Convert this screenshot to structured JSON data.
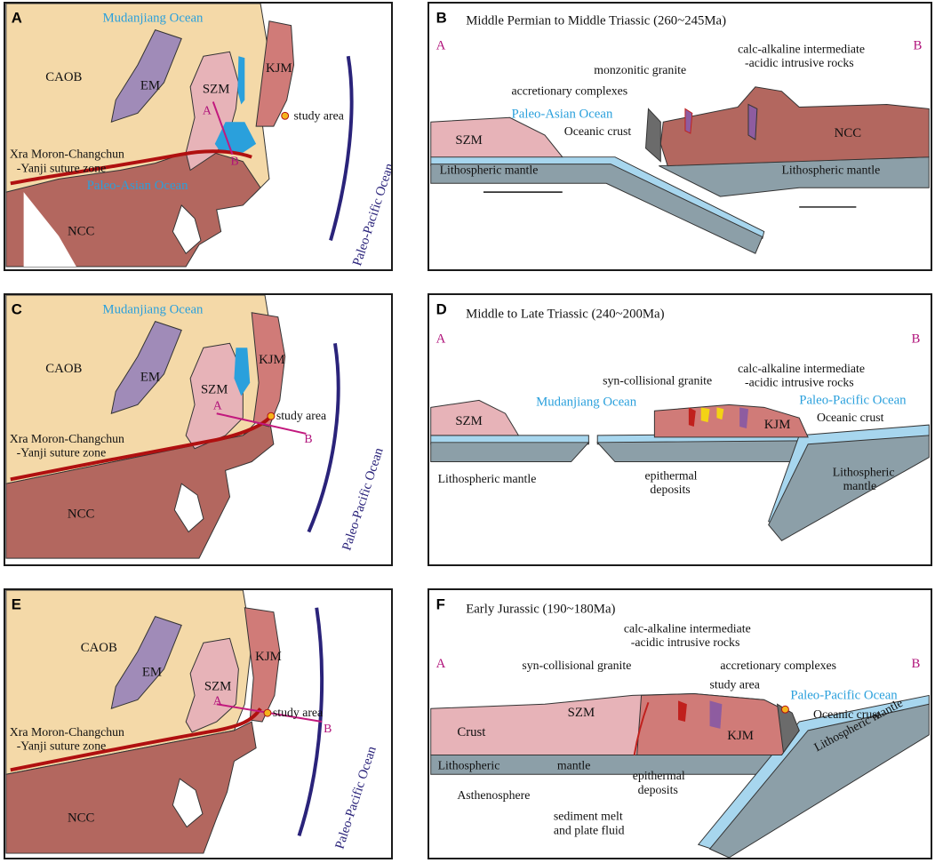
{
  "panels": {
    "A": {
      "letter": "A",
      "labels": {
        "mudanjiang": "Mudanjiang Ocean",
        "caob": "CAOB",
        "em": "EM",
        "szm": "SZM",
        "kjm": "KJM",
        "study_area": "study area",
        "suture_1": "Xra Moron-Changchun",
        "suture_2": "-Yanji suture zone",
        "paleo_asian": "Paleo-Asian Ocean",
        "ncc": "NCC",
        "paleo_pacific": "Paleo-Pacific Ocean",
        "point_a": "A",
        "point_b": "B"
      }
    },
    "B": {
      "letter": "B",
      "title": "Middle Permian to Middle Triassic (260~245Ma)",
      "labels": {
        "end_a": "A",
        "end_b": "B",
        "calc_1": "calc-alkaline intermediate",
        "calc_2": "-acidic intrusive rocks",
        "monzonitic": "monzonitic granite",
        "accretionary": "accretionary complexes",
        "paleo_asian": "Paleo-Asian Ocean",
        "oceanic_crust": "Oceanic crust",
        "szm": "SZM",
        "ncc": "NCC",
        "lith_left": "Lithospheric mantle",
        "lith_right": "Lithospheric mantle"
      }
    },
    "C": {
      "letter": "C",
      "labels": {
        "mudanjiang": "Mudanjiang Ocean",
        "caob": "CAOB",
        "em": "EM",
        "szm": "SZM",
        "kjm": "KJM",
        "study_area": "study area",
        "suture_1": "Xra Moron-Changchun",
        "suture_2": "-Yanji suture zone",
        "ncc": "NCC",
        "paleo_pacific": "Paleo-Pacific Ocean",
        "point_a": "A",
        "point_b": "B"
      }
    },
    "D": {
      "letter": "D",
      "title": "Middle to Late Triassic (240~200Ma)",
      "labels": {
        "end_a": "A",
        "end_b": "B",
        "calc_1": "calc-alkaline intermediate",
        "calc_2": "-acidic intrusive rocks",
        "syn": "syn-collisional granite",
        "mudanjiang": "Mudanjiang Ocean",
        "paleo_pacific": "Paleo-Pacific Ocean",
        "oceanic_crust": "Oceanic crust",
        "szm": "SZM",
        "kjm": "KJM",
        "lith_left": "Lithospheric mantle",
        "epi_1": "epithermal",
        "epi_2": "deposits",
        "lith_r1": "Lithospheric",
        "lith_r2": "mantle"
      }
    },
    "E": {
      "letter": "E",
      "labels": {
        "caob": "CAOB",
        "em": "EM",
        "szm": "SZM",
        "kjm": "KJM",
        "study_area": "study area",
        "suture_1": "Xra Moron-Changchun",
        "suture_2": "-Yanji suture zone",
        "ncc": "NCC",
        "paleo_pacific": "Paleo-Pacific Ocean",
        "point_a": "A",
        "point_b": "B"
      }
    },
    "F": {
      "letter": "F",
      "title": "Early Jurassic (190~180Ma)",
      "labels": {
        "end_a": "A",
        "end_b": "B",
        "calc_1": "calc-alkaline intermediate",
        "calc_2": "-acidic intrusive rocks",
        "syn": "syn-collisional granite",
        "accretionary": "accretionary complexes",
        "study_area": "study area",
        "paleo_pacific": "Paleo-Pacific Ocean",
        "oceanic_crust": "Oceanic crust",
        "crust": "Crust",
        "szm": "SZM",
        "kjm": "KJM",
        "lith_slab": "Lithospheric mantle",
        "lith_left": "Lithospheric",
        "lith_mid": "mantle",
        "astheno": "Asthenosphere",
        "epi_1": "epithermal",
        "epi_2": "deposits",
        "sed_1": "sediment melt",
        "sed_2": "and plate fluid"
      }
    }
  },
  "colors": {
    "caob": "#f4d9a8",
    "em": "#a08bb8",
    "szm": "#e7b3b8",
    "kjm": "#d07b78",
    "ncc": "#b3675f",
    "ocean": "#2aa0dc",
    "mantle": "#8c9fa8",
    "slab_top": "#a7d6ee",
    "suture": "#b01010",
    "trench": "#2a237a",
    "intrusive": "#8e5ca0",
    "granite_red": "#c0201d",
    "epithermal": "#f3d315",
    "accretion": "#6b6b6b",
    "study_area": "#f5b41c",
    "section_line": "#c2187d"
  }
}
